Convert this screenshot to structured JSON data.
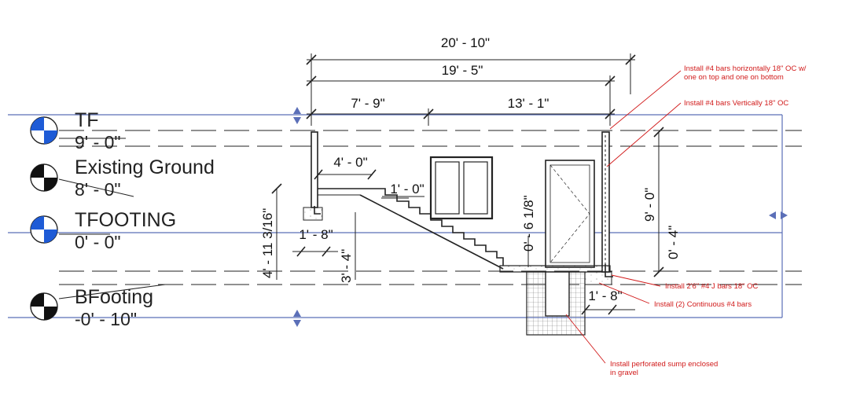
{
  "levels": [
    {
      "name": "TF",
      "elevation": "9' - 0\"",
      "marker": "blue-quadrant"
    },
    {
      "name": "Existing Ground",
      "elevation": "8' - 0\"",
      "marker": "black-quadrant"
    },
    {
      "name": "TFOOTING",
      "elevation": "0' - 0\"",
      "marker": "blue-quadrant"
    },
    {
      "name": "BFooting",
      "elevation": "-0' - 10\"",
      "marker": "black-quadrant"
    }
  ],
  "dimensions": {
    "overall_width": "20' - 10\"",
    "inner_width": "19' - 5\"",
    "left_span": "7' - 9\"",
    "right_span": "13' - 1\"",
    "landing_width": "4' - 0\"",
    "stair_run": "1' - 0\"",
    "footing_left": "1' - 8\"",
    "footing_height": "3' - 4\"",
    "stair_height": "4' - 11 3/16\"",
    "opening_height": "0' - 6 1/8\"",
    "wall_height": "9' - 0\"",
    "wall_offset": "0' - 4\"",
    "footing_right": "1' - 8\""
  },
  "notes": {
    "horizontal_bars": "Install #4 bars horizontally 18\" OC w/ one on top and one on bottom",
    "vertical_bars": "Install #4 bars Vertically 18\" OC",
    "j_bars": "Install 2'6\" #4 J bars 18\" OC",
    "continuous_bars": "Install (2) Continuous #4 bars",
    "sump": "Install perforated sump enclosed in gravel"
  },
  "colors": {
    "level_line": "#5b6fb8",
    "marker_blue": "#1e5bd6",
    "annotation_red": "#d11a1a"
  }
}
